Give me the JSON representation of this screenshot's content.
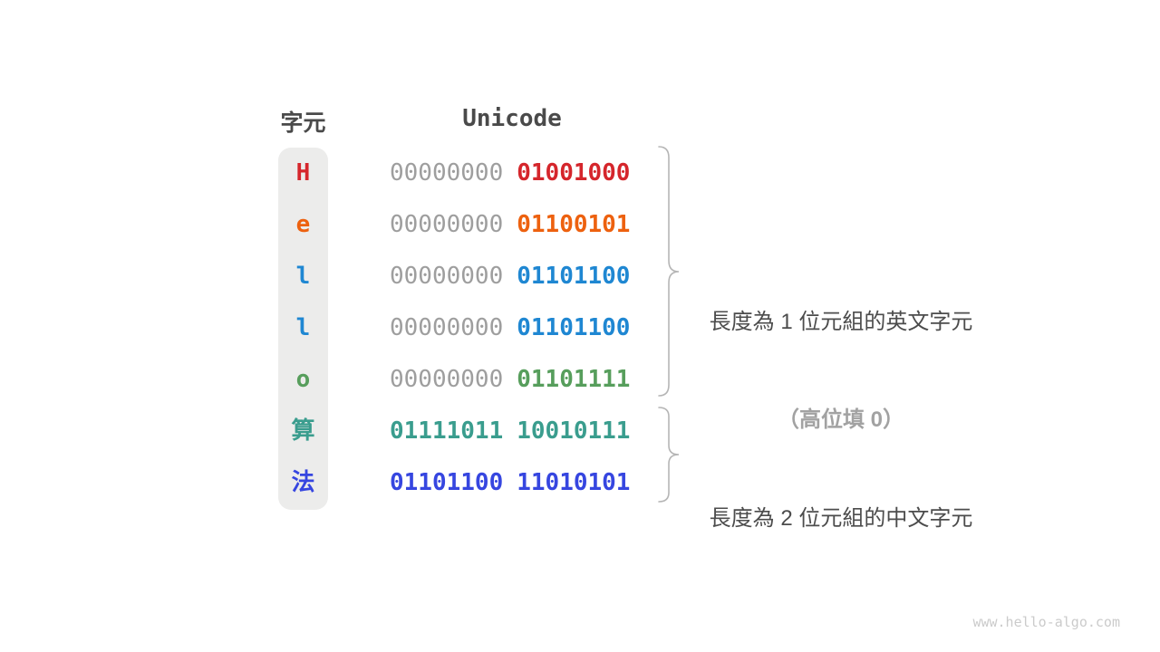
{
  "header": {
    "char_col": "字元",
    "unicode_col": "Unicode"
  },
  "colors": {
    "red": "#d5262c",
    "orange": "#ed610f",
    "blue": "#1f87d2",
    "green": "#579e5c",
    "teal": "#3a9d8e",
    "indigo": "#3646e0",
    "gray_prefix": "#9e9e9e",
    "row_background": "#ececeb",
    "brace": "#b5b5b5"
  },
  "rows": [
    {
      "char": "H",
      "color": "#d5262c",
      "byte1": "00000000",
      "byte2": "01001000"
    },
    {
      "char": "e",
      "color": "#ed610f",
      "byte1": "00000000",
      "byte2": "01100101"
    },
    {
      "char": "l",
      "color": "#1f87d2",
      "byte1": "00000000",
      "byte2": "01101100"
    },
    {
      "char": "l",
      "color": "#1f87d2",
      "byte1": "00000000",
      "byte2": "01101100"
    },
    {
      "char": "o",
      "color": "#579e5c",
      "byte1": "00000000",
      "byte2": "01101111"
    },
    {
      "char": "算",
      "color": "#3a9d8e",
      "byte1": "01111011",
      "byte2": "10010111"
    },
    {
      "char": "法",
      "color": "#3646e0",
      "byte1": "01101100",
      "byte2": "11010101"
    }
  ],
  "annotations": [
    {
      "line1": "長度為 1 位元組的英文字元",
      "line2": "（高位填 0）"
    },
    {
      "line1": "長度為 2 位元組的中文字元"
    }
  ],
  "watermark": "www.hello-algo.com"
}
